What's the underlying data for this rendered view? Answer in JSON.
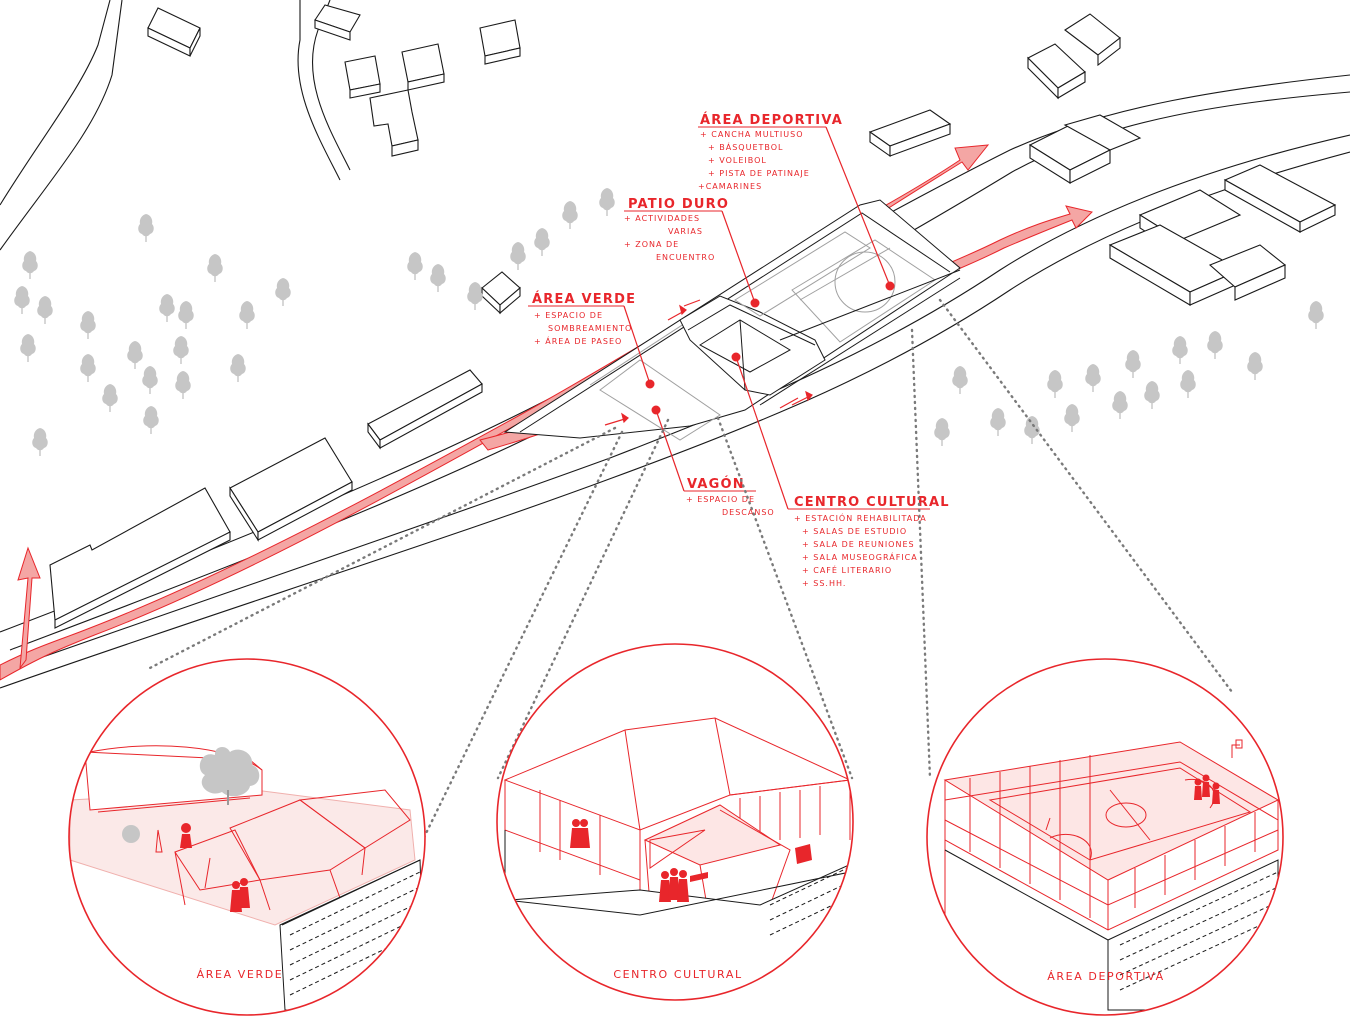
{
  "colors": {
    "accent": "#e8262b",
    "accent_fill": "#f4a6a4",
    "line": "#1a1a1a",
    "tree": "#c6c6c6",
    "leader": "#7a7a7a"
  },
  "labels": {
    "area_deportiva": {
      "title": "ÁREA DEPORTIVA",
      "items": [
        "+ CANCHA MULTIUSO",
        "+ BÁSQUETBOL",
        "+ VOLEIBOL",
        "+ PISTA DE PATINAJE",
        "+CAMARINES"
      ]
    },
    "patio_duro": {
      "title": "PATIO DURO",
      "items": [
        "+ ACTIVIDADES",
        "VARIAS",
        "+ ZONA DE",
        "ENCUENTRO"
      ]
    },
    "area_verde": {
      "title": "ÁREA VERDE",
      "items": [
        "+ ESPACIO DE",
        "SOMBREAMIENTO",
        "+ ÁREA DE PASEO"
      ]
    },
    "vagon": {
      "title": "VAGÓN",
      "items": [
        "+ ESPACIO DE",
        "DESCANSO"
      ]
    },
    "centro_cultural": {
      "title": "CENTRO CULTURAL",
      "items": [
        "+ ESTACIÓN REHABILITADA",
        "+ SALAS DE ESTUDIO",
        "+ SALA DE REUNIONES",
        "+ SALA MUSEOGRÁFICA",
        "+ CAFÉ LITERARIO",
        "+ SS.HH."
      ]
    }
  },
  "circles": {
    "left_caption": "ÁREA VERDE",
    "middle_caption": "CENTRO CULTURAL",
    "right_caption": "ÁREA DEPORTIVA"
  }
}
